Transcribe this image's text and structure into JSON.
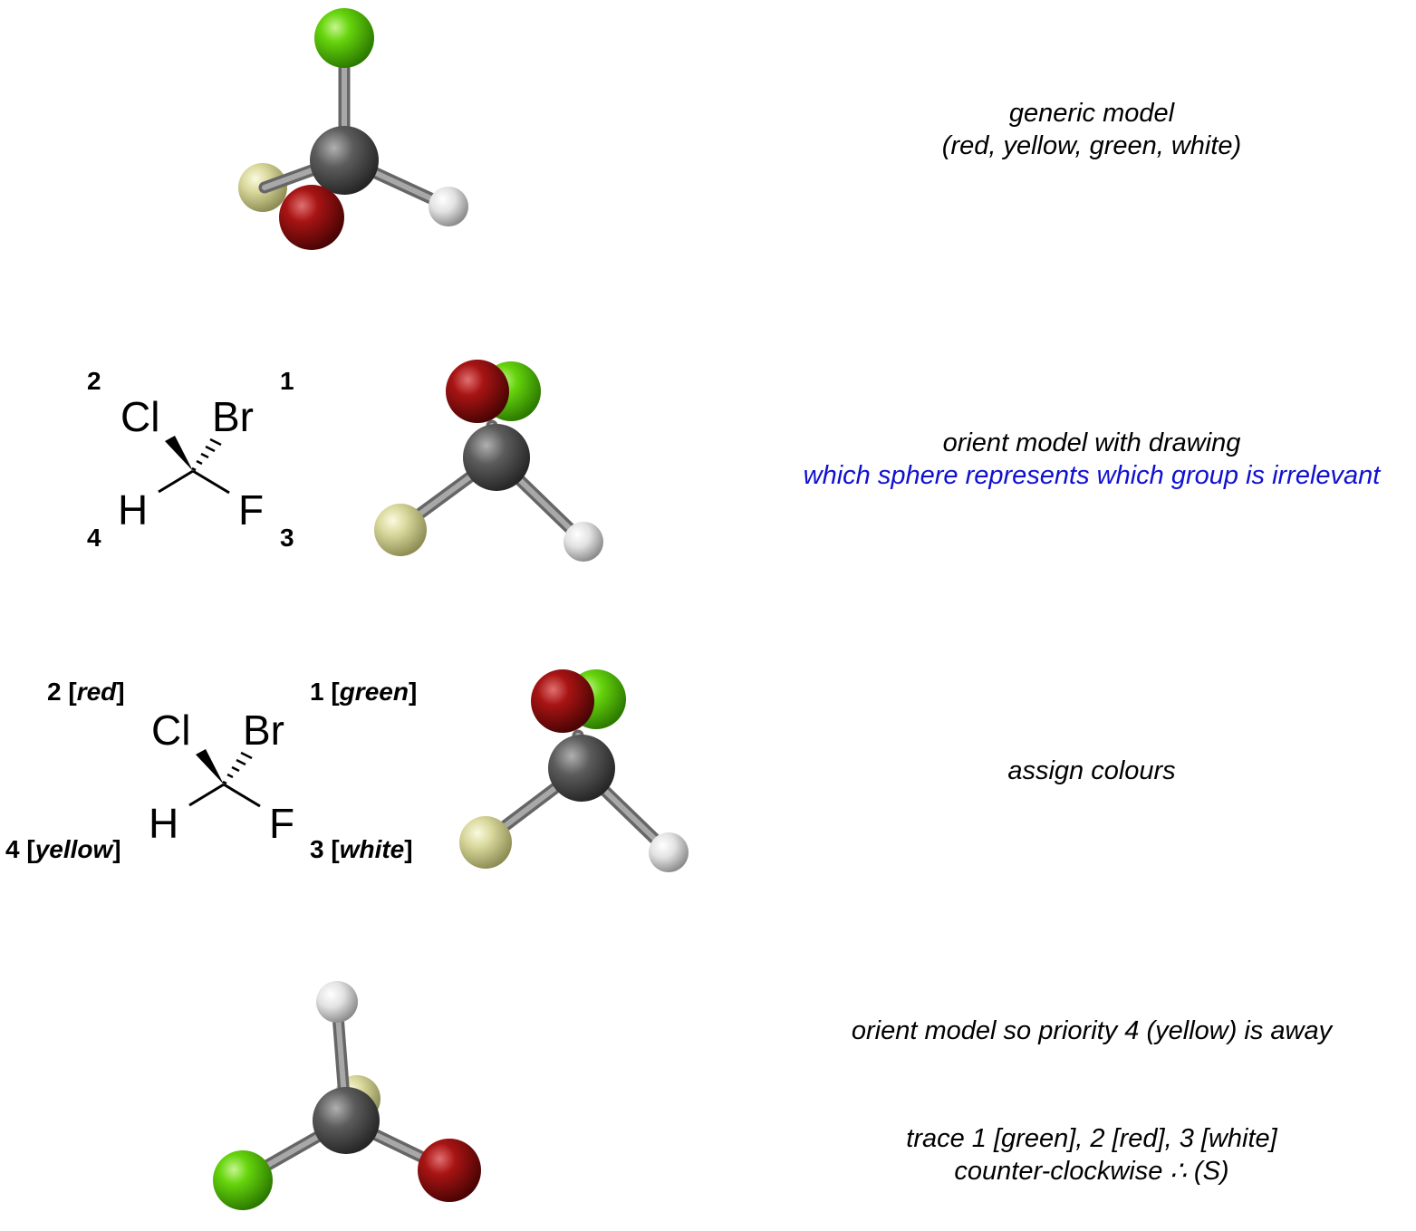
{
  "colors": {
    "red": "#9c1010",
    "yellow": "#d8d79a",
    "green": "#55c805",
    "white": "#e6e6e6",
    "carbon": "#555555",
    "bond": "#8a8a8a",
    "blue_text": "#1010d0"
  },
  "panels": [
    {
      "caption_lines": [
        "generic model",
        "(red, yellow, green, white)"
      ]
    },
    {
      "priority_labels": {
        "top_left": "2",
        "top_right": "1",
        "bottom_left": "4",
        "bottom_right": "3"
      },
      "atoms": {
        "top_left": "Cl",
        "top_right": "Br",
        "bottom_left": "H",
        "bottom_right": "F"
      },
      "caption_lines": [
        "orient model with drawing"
      ],
      "caption_note": "which sphere represents which group is irrelevant"
    },
    {
      "priority_labels": {
        "top_left": {
          "num": "2",
          "color": "red"
        },
        "top_right": {
          "num": "1",
          "color": "green"
        },
        "bottom_left": {
          "num": "4",
          "color": "yellow"
        },
        "bottom_right": {
          "num": "3",
          "color": "white"
        }
      },
      "atoms": {
        "top_left": "Cl",
        "top_right": "Br",
        "bottom_left": "H",
        "bottom_right": "F"
      },
      "caption_lines": [
        "assign colours"
      ]
    },
    {
      "caption_lines": [
        "orient model so priority 4 (yellow) is away"
      ],
      "caption2_lines": [
        "trace 1 [green], 2 [red], 3 [white]",
        "counter-clockwise ∴ (S)"
      ]
    }
  ]
}
